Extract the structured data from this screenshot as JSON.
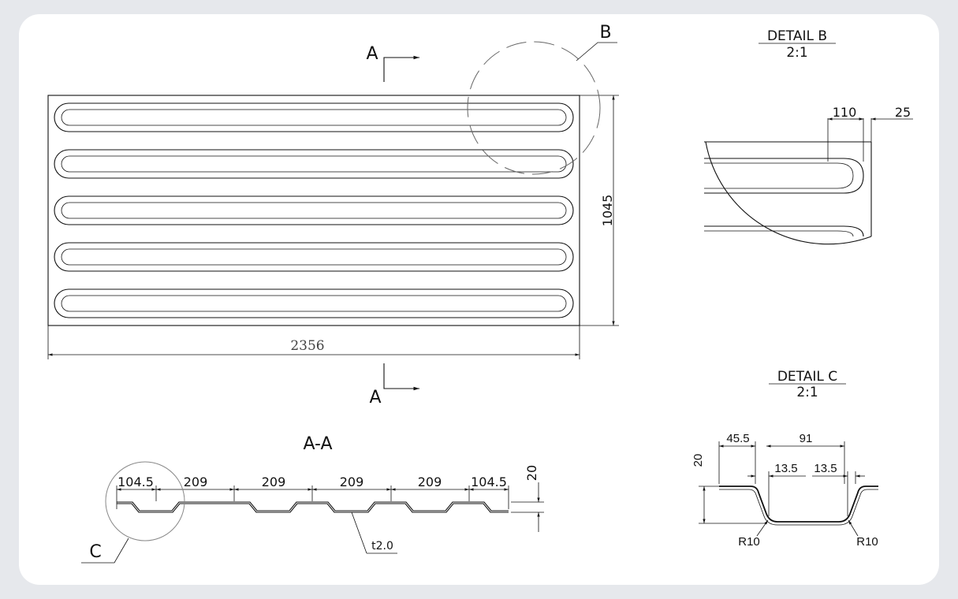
{
  "main_view": {
    "width_dim": "2356",
    "height_dim": "1045",
    "section_label_top": "A",
    "section_label_bottom": "A",
    "detail_b_callout": "B"
  },
  "section_aa": {
    "title": "A-A",
    "dims": [
      "104.5",
      "209",
      "209",
      "209",
      "209",
      "104.5"
    ],
    "height_dim": "20",
    "thickness": "t2.0",
    "detail_c_callout": "C"
  },
  "detail_b": {
    "title": "DETAIL  B",
    "scale": "2:1",
    "dim_110": "110",
    "dim_25": "25"
  },
  "detail_c": {
    "title": "DETAIL  C",
    "scale": "2:1",
    "dim_45_5": "45.5",
    "dim_91": "91",
    "dim_13_5_left": "13.5",
    "dim_13_5_right": "13.5",
    "dim_20": "20",
    "radius_left": "R10",
    "radius_right": "R10"
  }
}
